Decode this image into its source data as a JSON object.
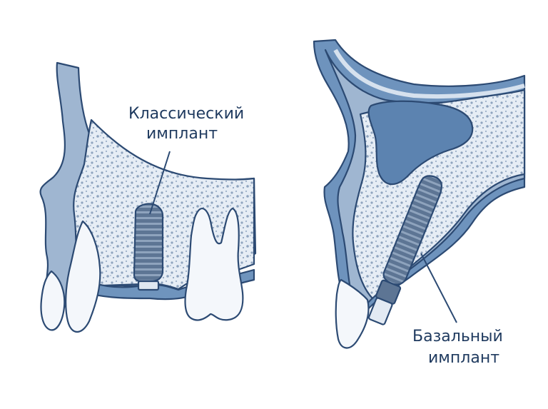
{
  "labels": {
    "classic_line1": "Классический",
    "classic_line2": "имплант",
    "basal_line1": "Базальный",
    "basal_line2": "имплант"
  },
  "colors": {
    "outline": "#2c4a73",
    "gum": "#9fb6d1",
    "dark_tissue": "#5c83b0",
    "bone_light": "#e8eef6",
    "bone_dots": "#8fa4bf",
    "tooth": "#f4f7fb",
    "implant": "#5d7594",
    "label": "#1f3a5f"
  }
}
